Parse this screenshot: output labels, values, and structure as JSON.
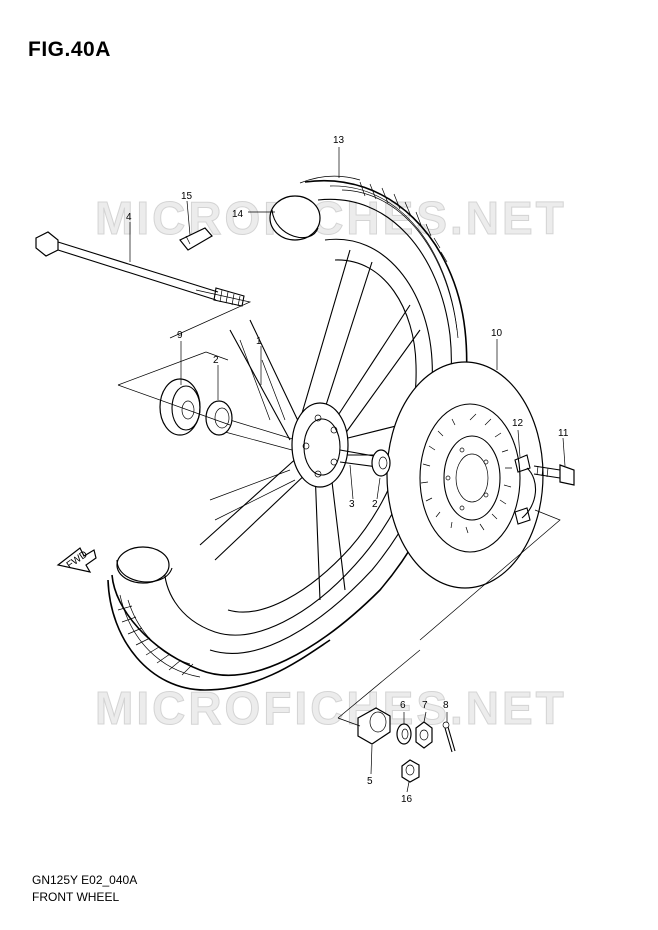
{
  "figure": {
    "title": "FIG.40A",
    "model_code": "GN125Y E02_040A",
    "name": "FRONT WHEEL",
    "watermark": "MICROFICHES.NET",
    "direction_label": "FWD"
  },
  "callouts": [
    "1",
    "2",
    "2",
    "3",
    "4",
    "5",
    "6",
    "7",
    "8",
    "9",
    "10",
    "11",
    "12",
    "13",
    "14",
    "15",
    "16"
  ],
  "colors": {
    "line": "#000000",
    "watermark": "#d4d4d4",
    "background": "#ffffff"
  }
}
